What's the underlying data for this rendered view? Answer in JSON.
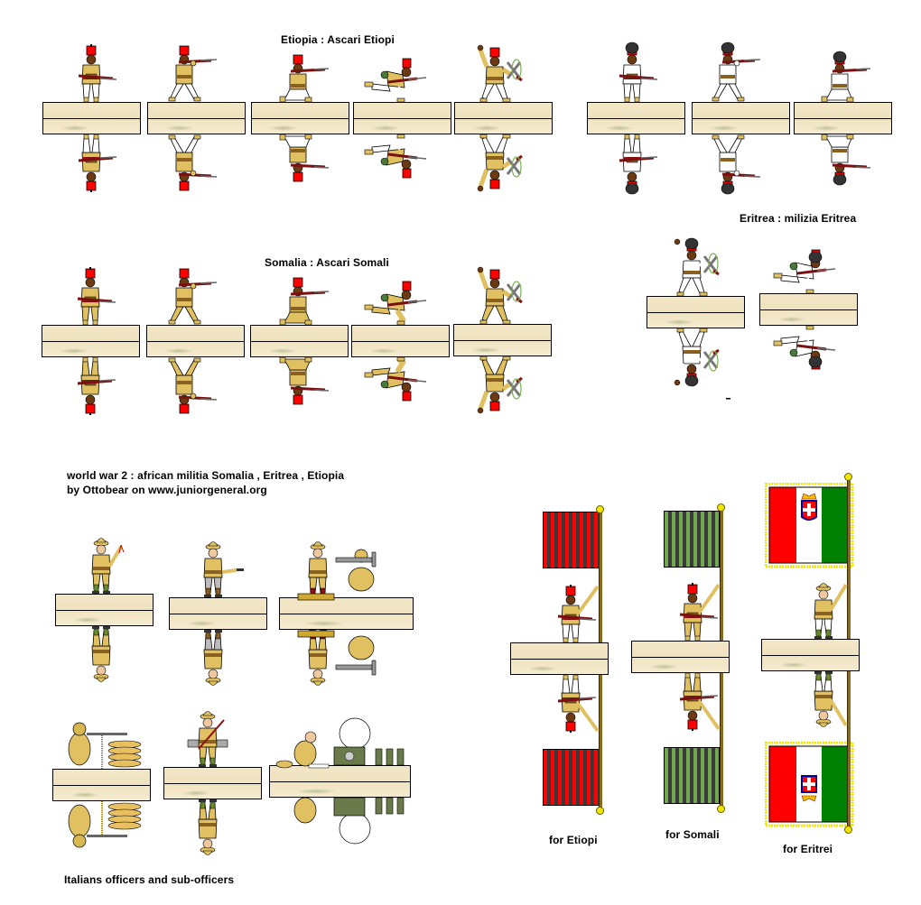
{
  "page": {
    "title": "world war 2 : african militia  Somalia , Eritrea , Etiopia",
    "credit": "by Ottobear on www.juniorgeneral.org"
  },
  "sections": {
    "etiopia": {
      "label": "Etiopia : Ascari Etiopi",
      "figures": [
        {
          "pose": "standing-rifle-port",
          "headgear": "red-tarbush",
          "trousers": "white"
        },
        {
          "pose": "standing-aiming",
          "headgear": "red-tarbush",
          "trousers": "white"
        },
        {
          "pose": "kneeling-aiming",
          "headgear": "red-tarbush",
          "trousers": "white"
        },
        {
          "pose": "charging",
          "headgear": "red-tarbush",
          "trousers": "white"
        },
        {
          "pose": "throwing-grenade",
          "headgear": "red-tarbush",
          "trousers": "white"
        }
      ]
    },
    "eritrea": {
      "label": "Eritrea : milizia Eritrea",
      "figures": [
        {
          "pose": "standing-rifle-port",
          "headgear": "dark-turban",
          "uniform": "white"
        },
        {
          "pose": "standing-aiming",
          "headgear": "dark-turban",
          "uniform": "white"
        },
        {
          "pose": "kneeling-aiming",
          "headgear": "dark-turban",
          "uniform": "white"
        },
        {
          "pose": "throwing-grenade",
          "headgear": "dark-turban",
          "uniform": "white"
        },
        {
          "pose": "charging",
          "headgear": "dark-turban",
          "uniform": "white"
        }
      ]
    },
    "somalia": {
      "label": "Somalia : Ascari Somali",
      "figures": [
        {
          "pose": "standing-rifle-port",
          "headgear": "red-tarbush",
          "uniform": "khaki"
        },
        {
          "pose": "standing-aiming",
          "headgear": "red-tarbush",
          "uniform": "khaki"
        },
        {
          "pose": "kneeling-aiming",
          "headgear": "red-tarbush",
          "uniform": "khaki"
        },
        {
          "pose": "charging",
          "headgear": "red-tarbush",
          "uniform": "khaki"
        },
        {
          "pose": "throwing-grenade",
          "headgear": "red-tarbush",
          "uniform": "khaki"
        }
      ]
    },
    "italians": {
      "label": "Italians officers and sub-officers",
      "figures": [
        {
          "pose": "officer-signalling"
        },
        {
          "pose": "officer-pistol"
        },
        {
          "pose": "mortar-crew"
        },
        {
          "pose": "machine-gunner-with-sandbags"
        },
        {
          "pose": "marching-with-ammo-boxes"
        },
        {
          "pose": "radio-operator"
        }
      ]
    },
    "flags": [
      {
        "caption": "for Etiopi",
        "type": "striped",
        "colors": [
          "#ff0000",
          "#3a3a3a"
        ]
      },
      {
        "caption": "for Somali",
        "type": "striped",
        "colors": [
          "#6fa84f",
          "#3a3a3a"
        ]
      },
      {
        "caption": "for Eritrei",
        "type": "tricolore-savoy",
        "colors": [
          "#ff0000",
          "#ffffff",
          "#008000"
        ]
      }
    ]
  },
  "colors": {
    "base_fill": "#f3e7c8",
    "khaki": "#e0c060",
    "tarbush_red": "#ff0000",
    "skin": "#6b3a12",
    "white_uniform": "#ffffff",
    "turban": "#333333",
    "fringe_gold": "#f2e600"
  }
}
